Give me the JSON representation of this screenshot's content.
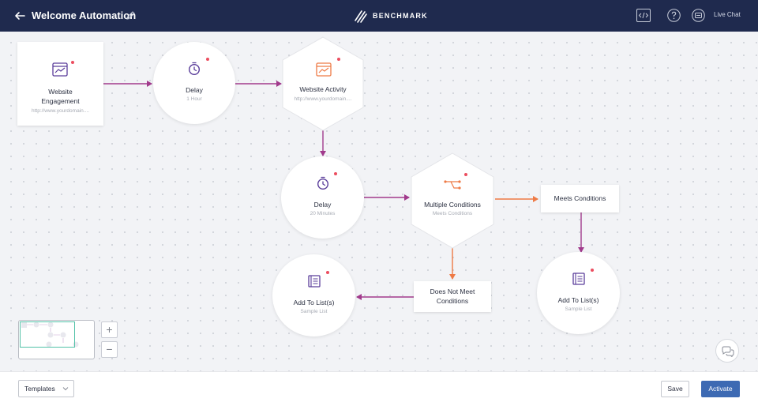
{
  "header": {
    "title": "Welcome Automation",
    "brand": "BENCHMARK",
    "live_chat": "Live Chat",
    "icons": [
      "back-arrow-icon",
      "pencil-icon",
      "code-icon",
      "help-icon",
      "chat-icon"
    ]
  },
  "workflow": {
    "nodes": [
      {
        "id": "website-engagement",
        "title": "Website Engagement",
        "subtitle": "http://www.yourdomain....",
        "icon": "browser-chart-icon",
        "shape": "box"
      },
      {
        "id": "delay-1",
        "title": "Delay",
        "subtitle": "1 Hour",
        "icon": "stopwatch-icon",
        "shape": "circle"
      },
      {
        "id": "website-activity",
        "title": "Website Activity",
        "subtitle": "http://www.yourdomain....",
        "icon": "browser-chart-icon",
        "shape": "hexagon"
      },
      {
        "id": "delay-2",
        "title": "Delay",
        "subtitle": "20 Minutes",
        "icon": "stopwatch-icon",
        "shape": "circle"
      },
      {
        "id": "multiple-conditions",
        "title": "Multiple Conditions",
        "subtitle": "Meets Conditions",
        "icon": "branch-icon",
        "shape": "hexagon"
      },
      {
        "id": "meets-conditions",
        "title": "Meets Conditions",
        "shape": "label"
      },
      {
        "id": "does-not-meet",
        "title": "Does Not Meet Conditions",
        "shape": "label"
      },
      {
        "id": "add-to-list-1",
        "title": "Add To List(s)",
        "subtitle": "Sample List",
        "icon": "list-icon",
        "shape": "circle"
      },
      {
        "id": "add-to-list-2",
        "title": "Add To List(s)",
        "subtitle": "Sample List",
        "icon": "list-icon",
        "shape": "circle"
      }
    ]
  },
  "controls": {
    "zoom_in": "+",
    "zoom_out": "−"
  },
  "footer": {
    "templates_label": "Templates",
    "save_label": "Save",
    "activate_label": "Activate"
  },
  "colors": {
    "header_bg": "#1f2a4e",
    "purple": "#6b3fa0",
    "magenta_arrow": "#a13a8c",
    "orange": "#ee7a45",
    "status_dot": "#ec4d5f",
    "activate_button": "#3d6ab3"
  }
}
